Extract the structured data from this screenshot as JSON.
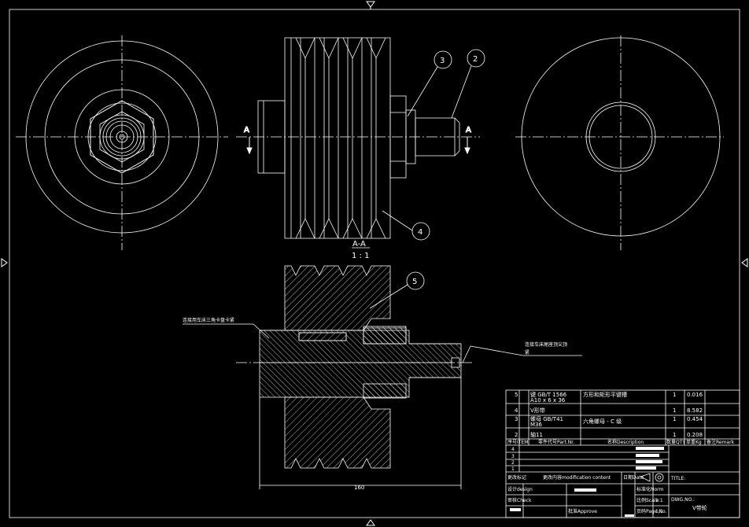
{
  "section_label": "A-A",
  "section_scale": "1 : 1",
  "cut_labels": [
    "A",
    "A"
  ],
  "balloons": [
    "3",
    "2",
    "4",
    "5"
  ],
  "notes": {
    "left": "连接用车床三角卡盘卡紧",
    "right_line1": "连接车床尾座顶尖顶",
    "right_line2": "紧"
  },
  "dimension": "160",
  "colors": {
    "background": "#000000",
    "lines": "#ffffff"
  },
  "bom_rows": [
    {
      "no": "5",
      "part": "键 GB/T 1566",
      "part2": "A10 x 6 x 36",
      "desc": "方形和矩形平键槽",
      "qty": "1",
      "weight": "0.016",
      "remark": ""
    },
    {
      "no": "4",
      "part": "V形带",
      "part2": "",
      "desc": "",
      "qty": "1",
      "weight": "8.582",
      "remark": ""
    },
    {
      "no": "3",
      "part": "螺母 GB/T41",
      "part2": "M36",
      "desc": "六角螺母 - C 级",
      "qty": "1",
      "weight": "0.454",
      "remark": ""
    },
    {
      "no": "2",
      "part": "轴11",
      "part2": "",
      "desc": "",
      "qty": "1",
      "weight": "0.208",
      "remark": ""
    }
  ],
  "bom_header": {
    "item": "序号ITEM",
    "part_no": "零件代号Part.Nr.",
    "description": "名称Description",
    "qty": "数量QTY",
    "weight": "单重Kg",
    "remark": "备注Remark"
  },
  "revision_rows": [
    "4",
    "3",
    "2",
    "1"
  ],
  "revision_header": {
    "rev": "更改标记",
    "content": "更改内容modification content",
    "date": "日期Date"
  },
  "titleblock": {
    "design": "设计design",
    "check": "审核Check",
    "approve": "批准Approve",
    "inspect": "标准化Norm",
    "scale_label": "比例Scale",
    "scale_value": "1:1",
    "page_label": "页码Page No.",
    "page_value": "1/1",
    "title_label": "TITLE:",
    "dwg_label": "DWG.NO.:",
    "dwg_value": "V带轮"
  }
}
